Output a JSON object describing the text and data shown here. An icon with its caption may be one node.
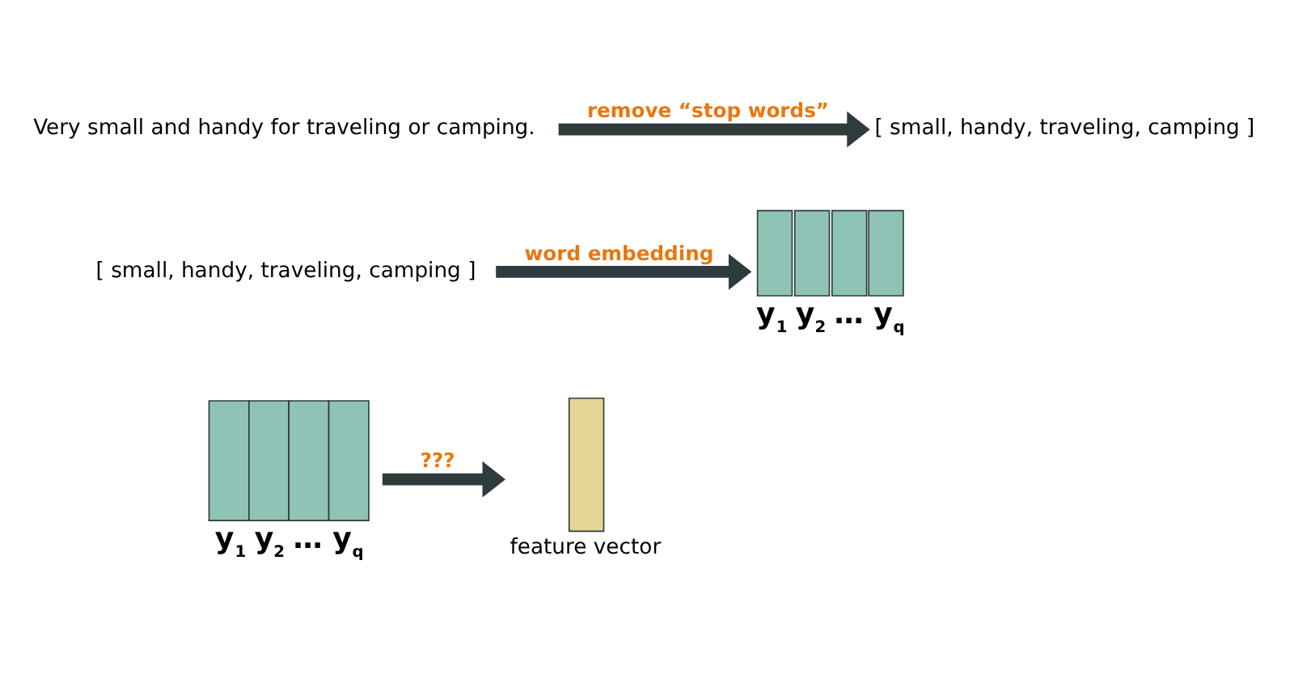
{
  "diagram": {
    "nodes": [
      {
        "text": [
          "Very small and handy for traveling or camping."
        ]
      },
      {
        "text": [
          "[ small, handy, traveling, camping ]"
        ]
      },
      {
        "text": [
          "[ small, handy, traveling, camping ]"
        ]
      },
      {
        "text": [],
        "shape": "box",
        "beside": [
          "y$_{1}$ y$_{2}$ … y$_{q}$"
        ]
      },
      {
        "text": [],
        "shape": "box",
        "beside": [
          "y$_{1}$ y$_{2}$ … y$_{q}$"
        ]
      },
      {
        "text": [],
        "shape": "bar",
        "beside": [
          "feature vector"
        ]
      }
    ],
    "edges": [
      {
        "from": 0,
        "to": 1,
        "arrow": "to",
        "label": "remove “stop words”"
      },
      {
        "from": 2,
        "to": 3,
        "arrow": "to",
        "label": "word embedding"
      },
      {
        "from": 4,
        "to": 5,
        "arrow": "to",
        "label": "???"
      }
    ]
  }
}
